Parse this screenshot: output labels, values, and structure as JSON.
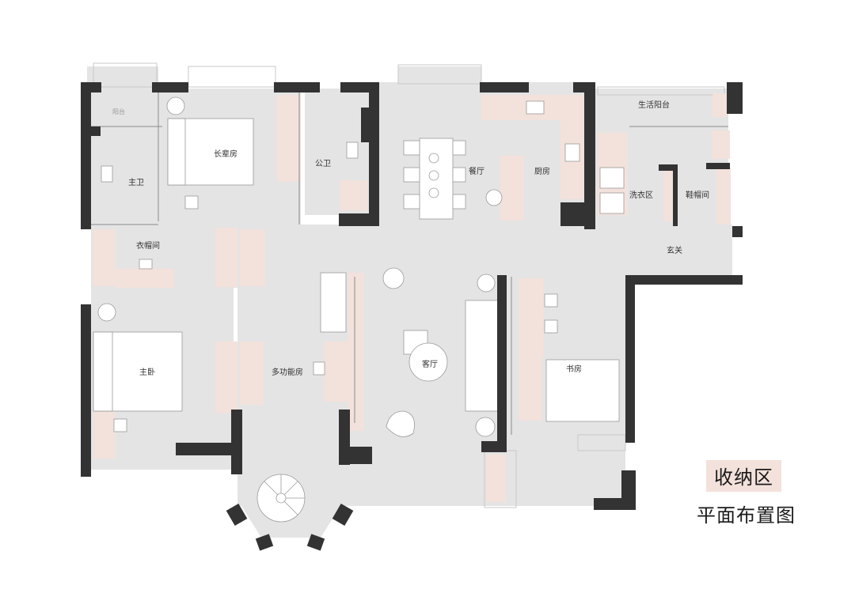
{
  "rooms": {
    "balcony_left": "阳台",
    "master_bath": "主卫",
    "elder_room": "长辈房",
    "public_bath": "公卫",
    "dining": "餐厅",
    "kitchen": "厨房",
    "service_balcony": "生活阳台",
    "laundry": "洗衣区",
    "shoe_room": "鞋帽间",
    "walk_in_closet": "衣帽间",
    "entrance": "玄关",
    "master_bedroom": "主卧",
    "multi_room": "多功能房",
    "living": "客厅",
    "study": "书房"
  },
  "legend": {
    "storage_label": "收纳区",
    "title": "平面布置图"
  },
  "colors": {
    "floor": "#e4e4e4",
    "wall": "#333333",
    "storage": "#f3e1db",
    "furniture": "#ffffff",
    "line": "#9a9a9a"
  }
}
